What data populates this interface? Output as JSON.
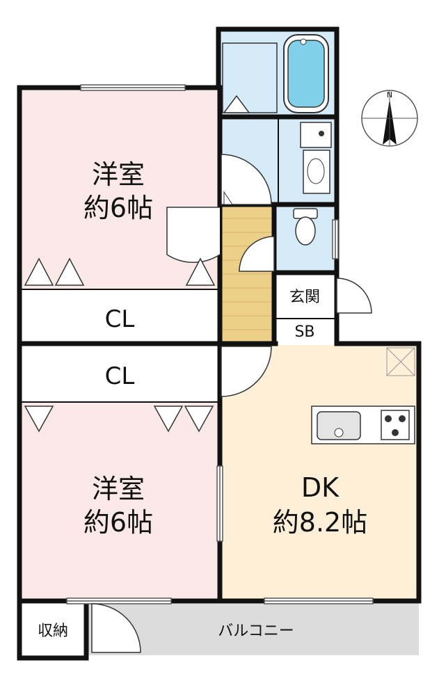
{
  "colors": {
    "bedroom": "#fbe9e9",
    "dk": "#fdefd8",
    "wet": "#d6ebf8",
    "corridor": "#ecd08a",
    "balcony": "#dcdcdc",
    "wall": "#111111",
    "storage": "#ffffff"
  },
  "rooms": {
    "bedroom_top": {
      "name": "洋室",
      "size": "約6帖"
    },
    "closet_top": {
      "name": "CL"
    },
    "closet_bottom": {
      "name": "CL"
    },
    "bedroom_bottom": {
      "name": "洋室",
      "size": "約6帖"
    },
    "dk": {
      "name": "DK",
      "size": "約8.2帖"
    },
    "entrance": {
      "name": "玄関"
    },
    "shoe_box": {
      "name": "SB"
    },
    "storage": {
      "name": "収納"
    },
    "balcony": {
      "name": "バルコニー"
    }
  },
  "compass": {
    "label": "N"
  }
}
